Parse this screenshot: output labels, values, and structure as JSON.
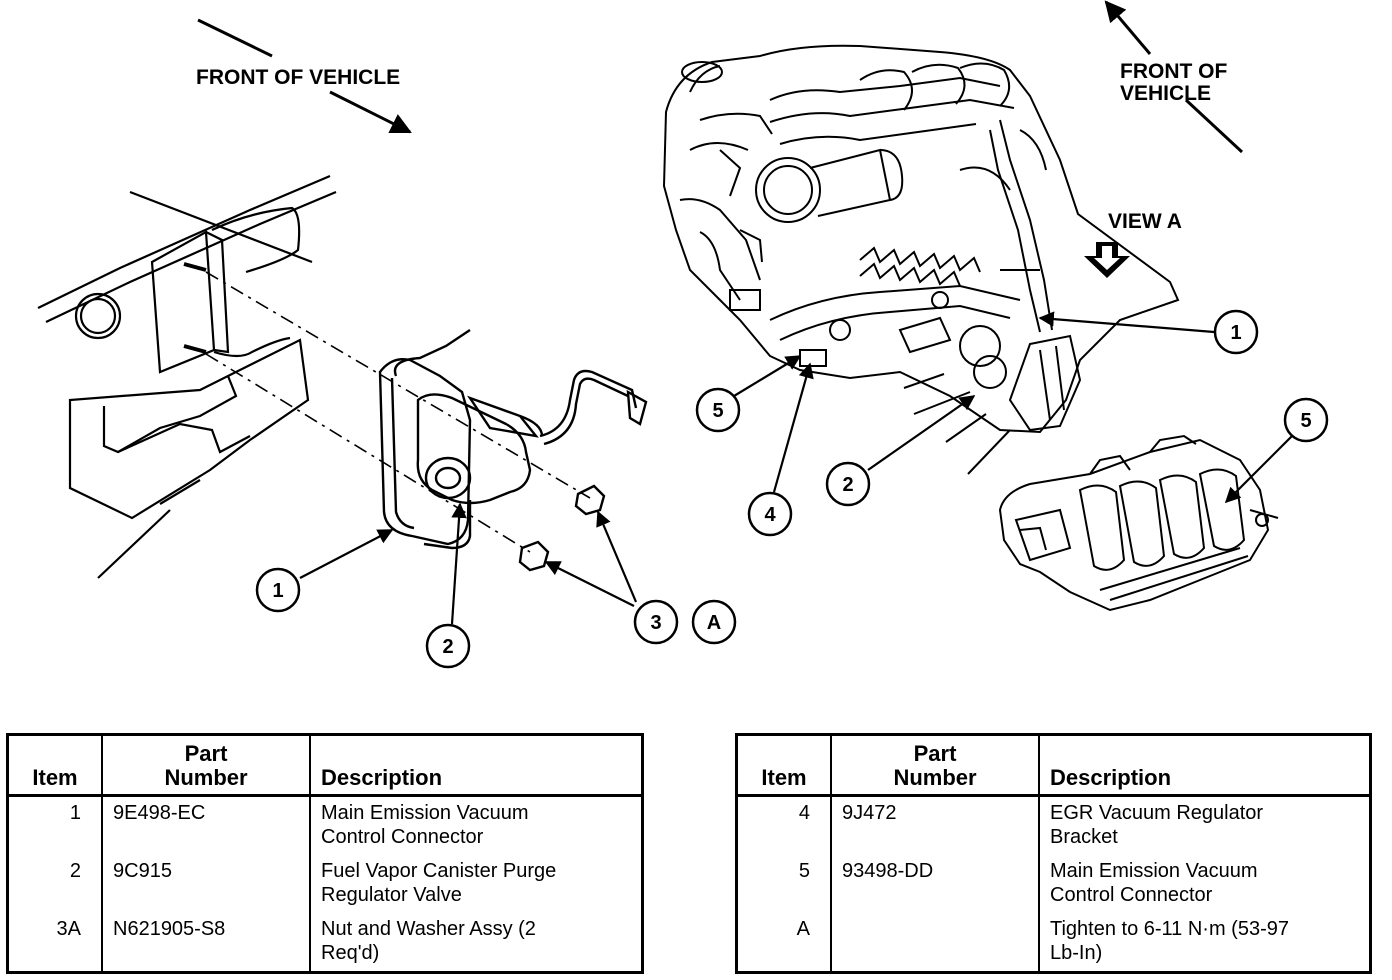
{
  "labels": {
    "front_left": "FRONT OF VEHICLE",
    "front_right_line1": "FRONT OF",
    "front_right_line2": "VEHICLE",
    "view_a": "VIEW A"
  },
  "callouts": {
    "left": [
      "1",
      "2",
      "3",
      "A"
    ],
    "right": [
      "1",
      "5",
      "4",
      "2",
      "5"
    ]
  },
  "tables": {
    "left": {
      "headers": {
        "item": "Item",
        "number": "Part\nNumber",
        "description": "Description"
      },
      "rows": [
        {
          "item": "1",
          "number": "9E498-EC",
          "description": "Main Emission Vacuum\nControl Connector"
        },
        {
          "item": "2",
          "number": "9C915",
          "description": "Fuel Vapor Canister Purge\nRegulator Valve"
        },
        {
          "item": "3A",
          "number": "N621905-S8",
          "description": "Nut and Washer Assy (2\nReq'd)"
        }
      ]
    },
    "right": {
      "headers": {
        "item": "Item",
        "number": "Part\nNumber",
        "description": "Description"
      },
      "rows": [
        {
          "item": "4",
          "number": "9J472",
          "description": "EGR Vacuum Regulator\nBracket"
        },
        {
          "item": "5",
          "number": "93498-DD",
          "description": "Main Emission Vacuum\nControl Connector"
        },
        {
          "item": "A",
          "number": "",
          "description": "Tighten to 6-11 N·m (53-97\nLb-In)"
        }
      ]
    }
  }
}
